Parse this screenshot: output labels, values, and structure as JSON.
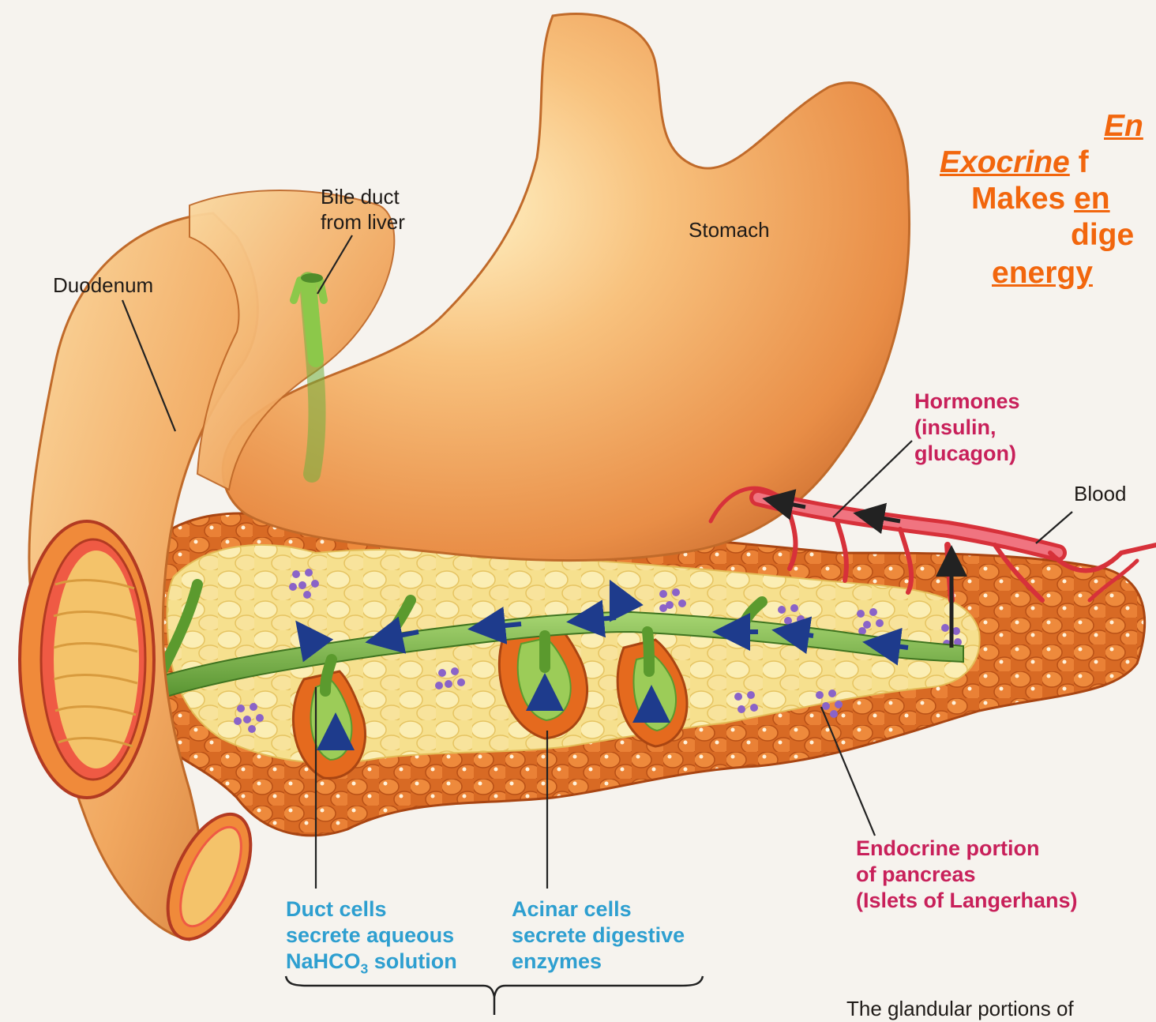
{
  "labels": {
    "bile_duct": [
      "Bile duct",
      "from liver"
    ],
    "stomach": "Stomach",
    "duodenum": "Duodenum",
    "hormones": [
      "Hormones",
      "(insulin,",
      "glucagon)"
    ],
    "blood": "Blood",
    "endocrine_portion": [
      "Endocrine portion",
      "of pancreas",
      "(Islets of Langerhans)"
    ],
    "duct_cells": [
      "Duct cells",
      "secrete aqueous"
    ],
    "duct_cells_formula": {
      "pre": "NaHCO",
      "sub": "3",
      "post": " solution"
    },
    "acinar_cells": [
      "Acinar cells",
      "secrete digestive",
      "enzymes"
    ],
    "bottom_caption": "The glandular portions of"
  },
  "heading": {
    "line1": "En",
    "line2_italic": "Exocrine",
    "line2_rest": " f",
    "line3_pre": "Makes ",
    "line3_u": "en",
    "line4": "dige",
    "line5": "energy"
  },
  "colors": {
    "stomach": "#f2a05a",
    "pancreas": "#e0782c",
    "duct": "#6fae3c",
    "arrow": "#1e3b8c",
    "heading": "#f2660d",
    "blue_label": "#2e9fd0",
    "pink_label": "#c8205a"
  }
}
